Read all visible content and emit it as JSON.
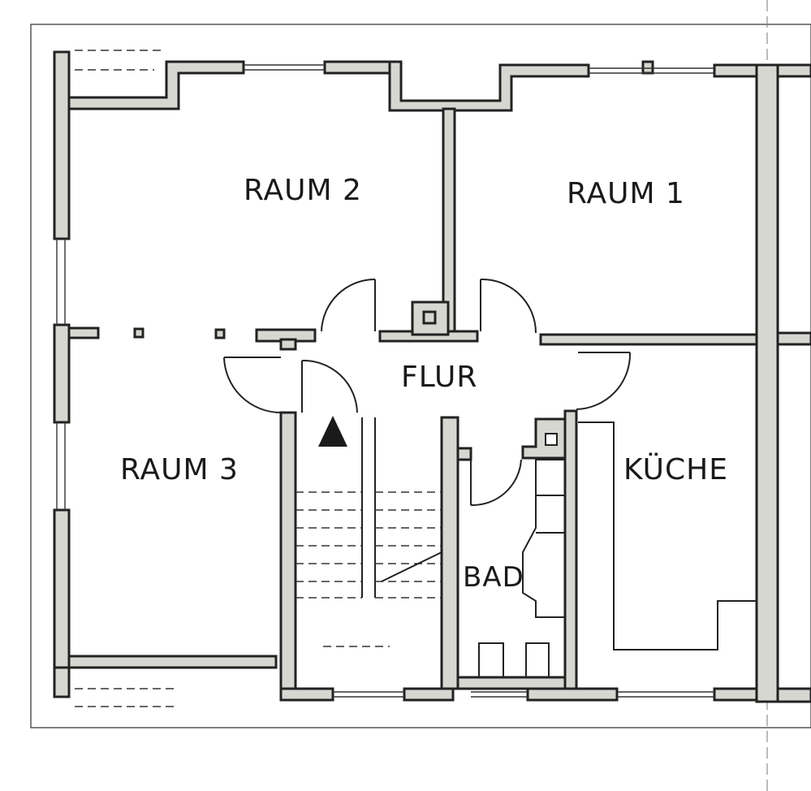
{
  "rooms": {
    "raum2": "RAUM 2",
    "raum1": "RAUM 1",
    "raum3": "RAUM 3",
    "flur": "FLUR",
    "kueche": "KÜCHE",
    "bad": "BAD"
  },
  "colors": {
    "wall_fill": "#d7d7d2",
    "line": "#222222",
    "paper": "#ffffff"
  },
  "icons": {
    "entrance": "entrance-triangle-icon"
  }
}
